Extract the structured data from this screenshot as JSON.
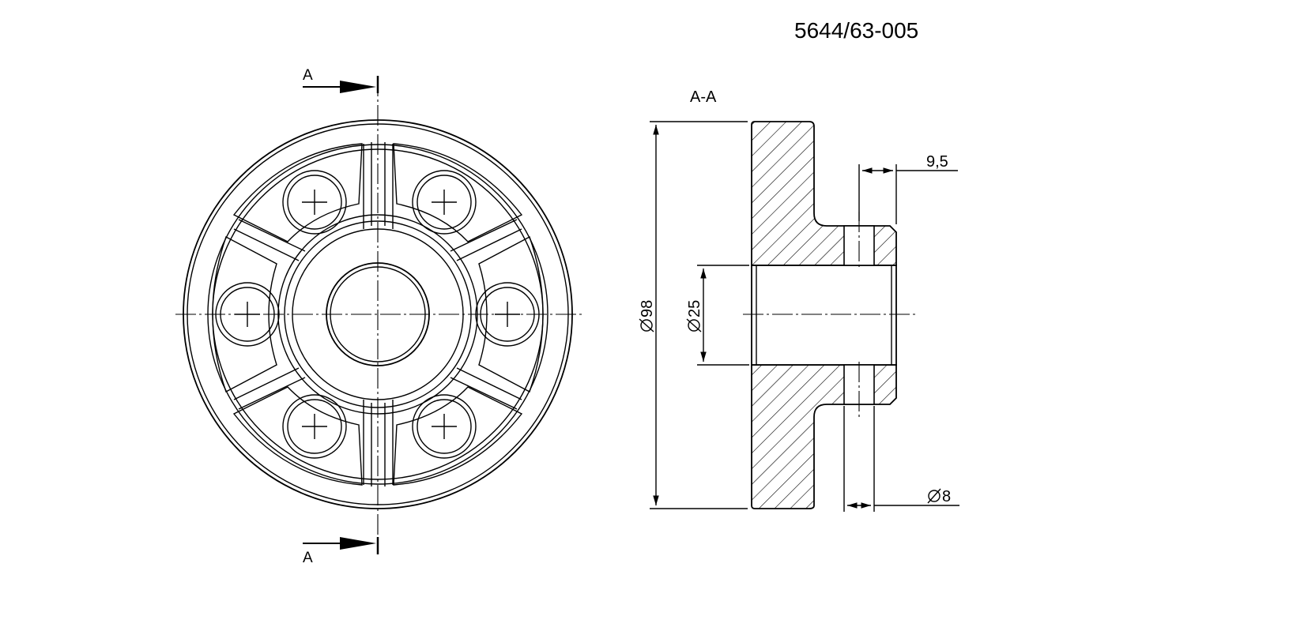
{
  "drawing_number": "5644/63-005",
  "section_marker_top": "A",
  "section_marker_bottom": "A",
  "section_view_label": "A-A",
  "dimensions": {
    "outer_diameter": "98",
    "bore_diameter": "25",
    "hole_offset": "9,5",
    "hole_diameter": "8"
  },
  "icons": {
    "diameter_symbol": "diameter-icon"
  }
}
